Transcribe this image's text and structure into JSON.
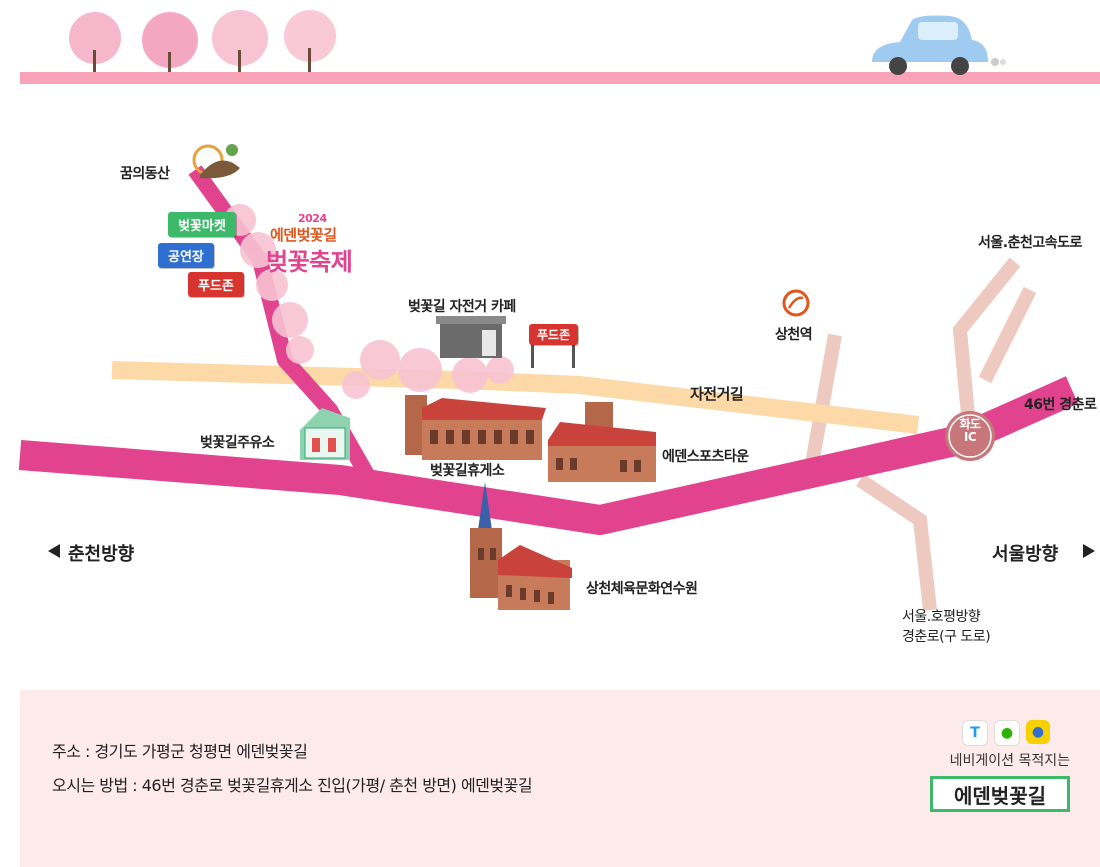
{
  "map": {
    "labels": {
      "dream_park": "꿈의동산",
      "festival_year": "2024",
      "festival_name": "에덴벚꽃길",
      "festival_title": "벚꽃축제",
      "blossom_market": "벚꽃마켓",
      "stage": "공연장",
      "food_zone_1": "푸드존",
      "food_zone_2": "푸드존",
      "bike_cafe": "벚꽃길 자전거 카페",
      "bike_road": "자전거길",
      "sangcheon_station": "상천역",
      "seoul_chuncheon_expressway": "서울.춘천고속도로",
      "route46": "46번 경춘로",
      "hwado_ic": "화도 IC",
      "gas_station": "벚꽃길주유소",
      "rest_area": "벚꽃길휴게소",
      "eden_sports_town": "에덴스포츠타운",
      "training_center": "상천체육문화연수원",
      "to_chuncheon": "춘천방향",
      "to_seoul": "서울방향",
      "seoul_hopyeong_1": "서울.호평방향",
      "seoul_hopyeong_2": "경춘로(구 도로)"
    },
    "colors": {
      "main_road": "#e2438f",
      "bike_road": "#fcd9a6",
      "side_road": "#eec9c0",
      "pink_bar": "#f9a3b9",
      "car": "#9ecbef"
    }
  },
  "info": {
    "address": "주소 : 경기도 가평군 청평면 에덴벚꽃길",
    "directions": "오시는 방법 : 46번 경춘로 벚꽃길휴게소 진입(가평/ 춘천 방면) 에덴벚꽃길",
    "nav_caption": "네비게이션 목적지는",
    "nav_destination": "에덴벚꽃길",
    "apps": [
      {
        "icon": "tmap-icon",
        "glyph": "T",
        "color": "#1d9bf0"
      },
      {
        "icon": "naver-map-icon",
        "glyph": "●",
        "color": "#2db400"
      },
      {
        "icon": "kakao-map-icon",
        "glyph": "●",
        "color": "#f7d000"
      }
    ]
  }
}
